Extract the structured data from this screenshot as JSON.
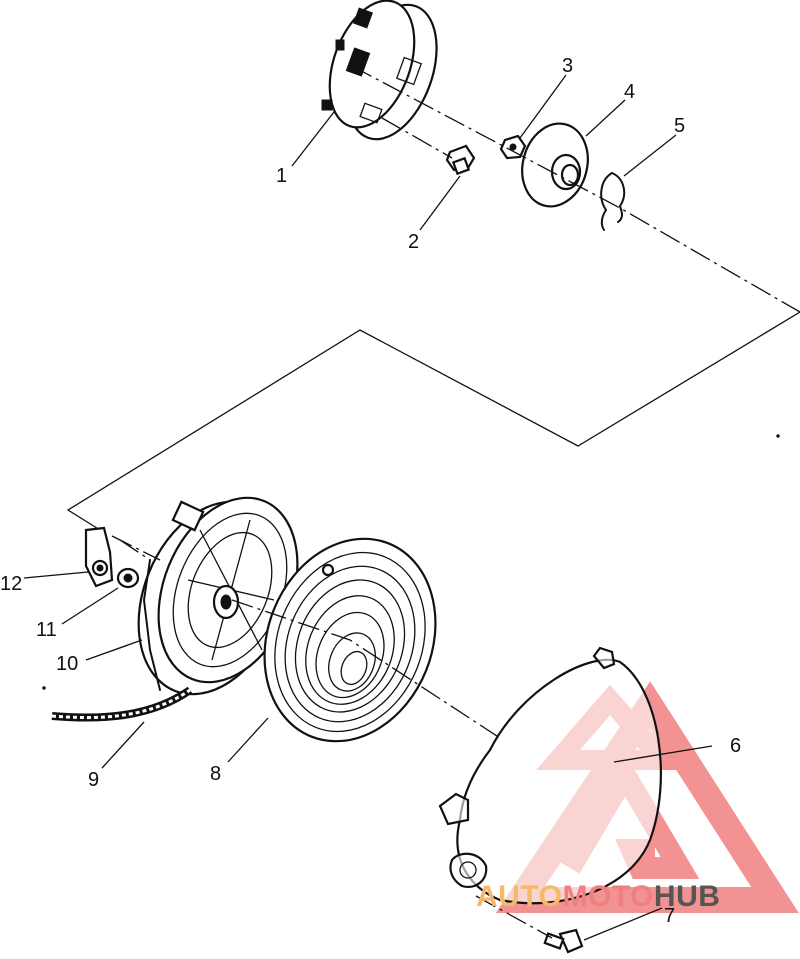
{
  "callouts": [
    {
      "id": "1",
      "label": "1"
    },
    {
      "id": "2",
      "label": "2"
    },
    {
      "id": "3",
      "label": "3"
    },
    {
      "id": "4",
      "label": "4"
    },
    {
      "id": "5",
      "label": "5"
    },
    {
      "id": "6",
      "label": "6"
    },
    {
      "id": "7",
      "label": "7"
    },
    {
      "id": "8",
      "label": "8"
    },
    {
      "id": "9",
      "label": "9"
    },
    {
      "id": "10",
      "label": "10"
    },
    {
      "id": "11",
      "label": "11"
    },
    {
      "id": "12",
      "label": "12"
    }
  ],
  "watermark": {
    "part1": "AUTO",
    "part2": "MOTO",
    "part3": "HUB",
    "color_primary": "#f07f7f",
    "color_accent": "#f5b96a",
    "color_dark": "#555555"
  }
}
